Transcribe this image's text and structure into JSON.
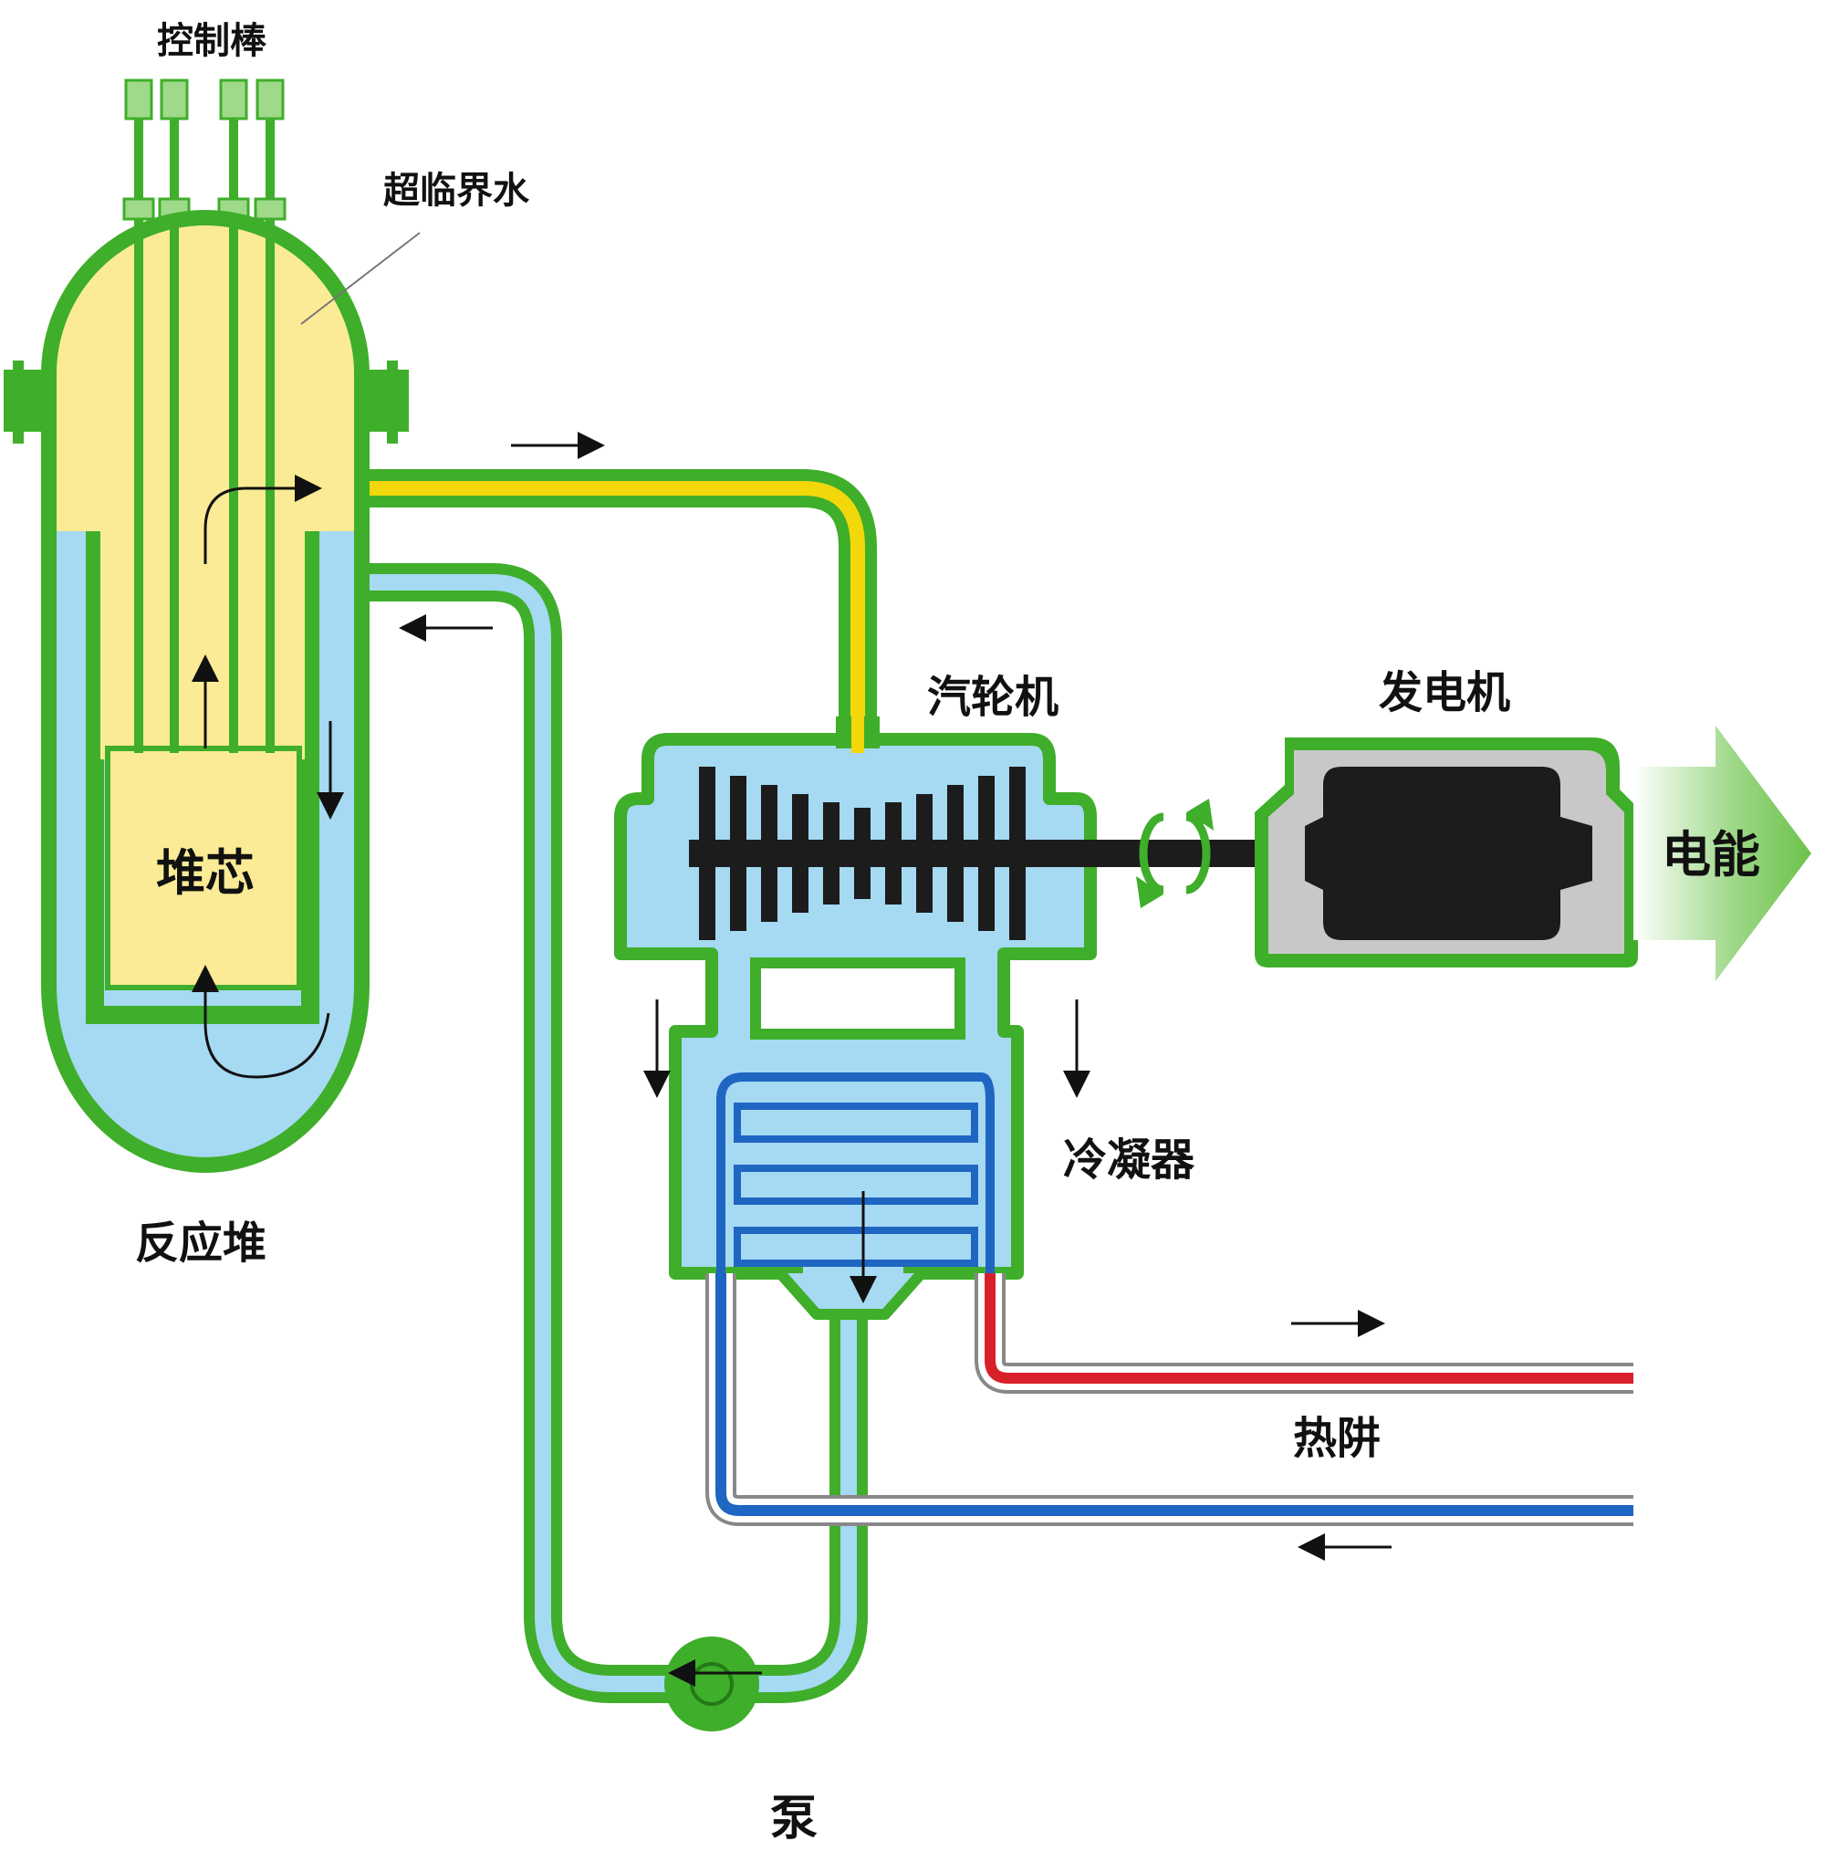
{
  "labels": {
    "control_rods": "控制棒",
    "supercritical_water": "超临界水",
    "core": "堆芯",
    "reactor": "反应堆",
    "turbine": "汽轮机",
    "generator": "发电机",
    "electricity": "电能",
    "condenser": "冷凝器",
    "heat_sink": "热阱",
    "pump": "泵"
  },
  "colors": {
    "vessel_wall": "#3fae2a",
    "supercritical_water": "#fbeb96",
    "feedwater": "#a6d9f2",
    "steam_line": "#f2d80a",
    "rotor": "#1c1c1c",
    "generator_casing": "#c8c8c8",
    "hot_outlet": "#d8202a",
    "cold_inlet": "#1f66c2",
    "output_arrow": "#6cc24a"
  }
}
